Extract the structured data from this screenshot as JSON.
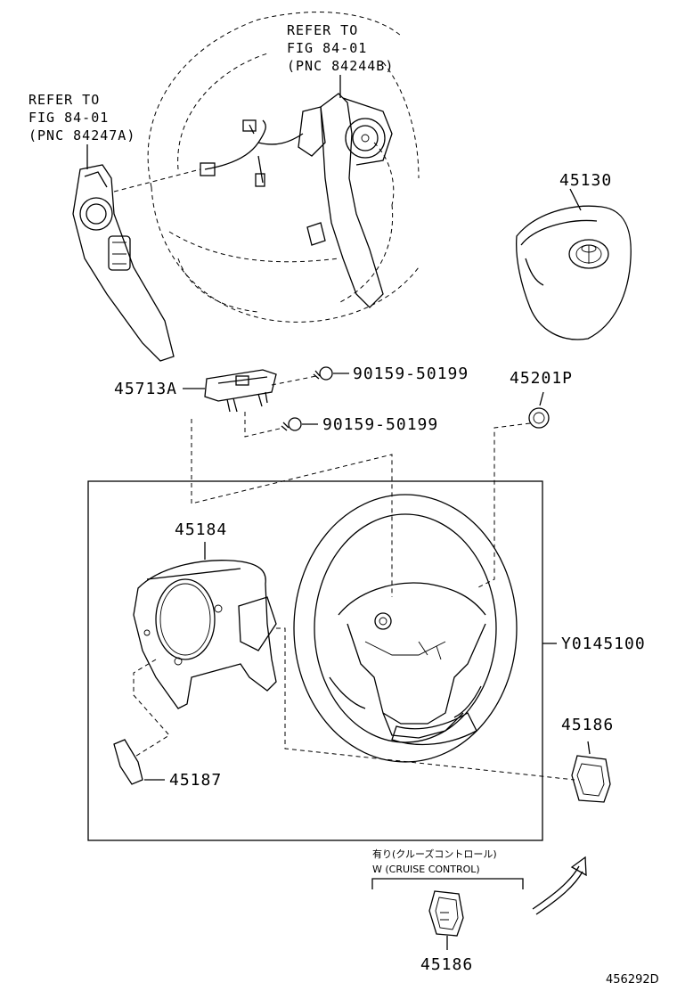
{
  "refs": {
    "left": {
      "line1": "REFER TO",
      "line2": "FIG 84-01",
      "line3": "(PNC 84247A)"
    },
    "top": {
      "line1": "REFER TO",
      "line2": "FIG 84-01",
      "line3": "(PNC 84244B)"
    }
  },
  "parts": {
    "airbag": "45130",
    "spiral_cable": "45713A",
    "screw_upper": "90159-50199",
    "screw_lower": "90159-50199",
    "cap": "45201P",
    "lower_cover": "45184",
    "wheel_assy": "Y0145100",
    "cover_no3": "45186",
    "cover_small": "45187",
    "cover_cruise": "45186"
  },
  "cruise": {
    "jp": "有り(クルーズコントロール)",
    "en": "W (CRUISE CONTROL)"
  },
  "figure_id": "456292D"
}
